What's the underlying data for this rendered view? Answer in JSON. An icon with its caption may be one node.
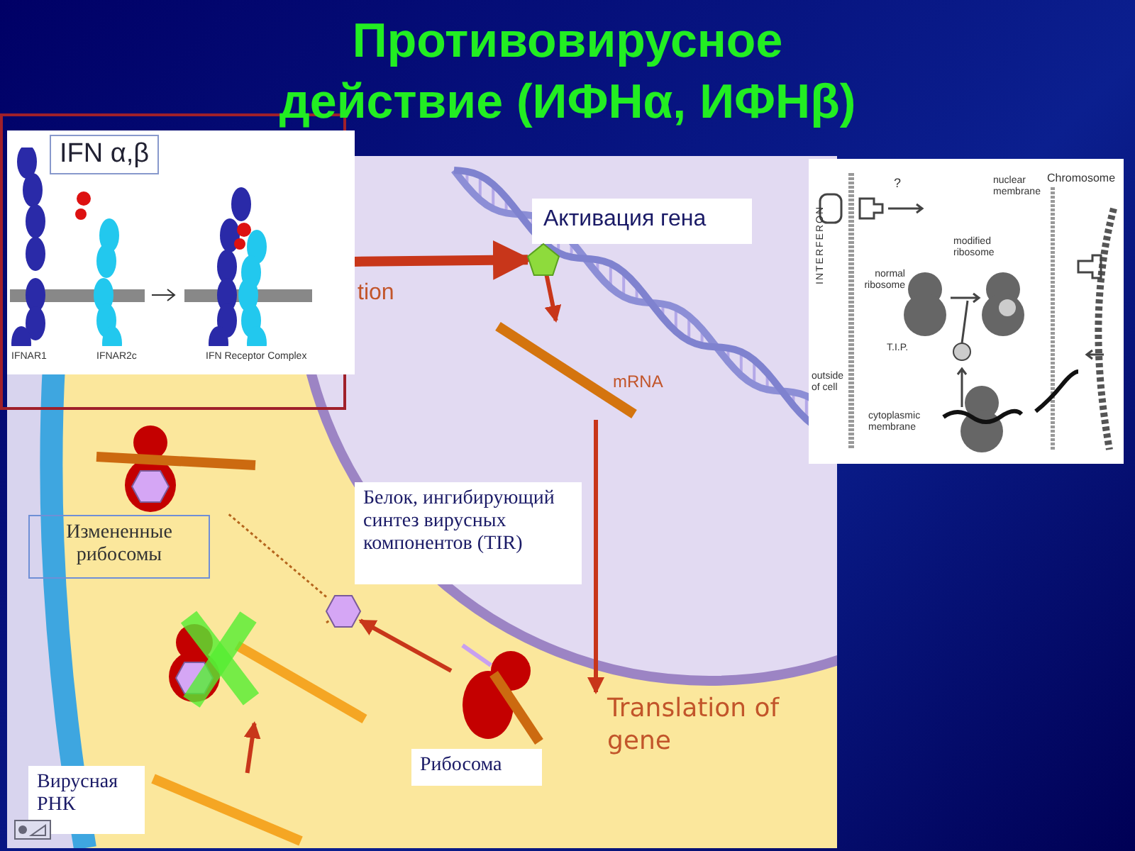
{
  "diagram": {
    "title": "Противовирусное действие (ИФНα, ИФНβ)",
    "nodes": [
      {
        "text": [
          "IFN α,β"
        ]
      },
      {
        "text": [
          "Активация гена"
        ]
      },
      {
        "text": [],
        "shape": "pentagon"
      },
      {
        "text": [],
        "shape": "bar",
        "beside": [
          "mRNA"
        ]
      },
      {
        "text": [
          "Translation of gene"
        ]
      },
      {
        "text": [],
        "shape": "picture"
      },
      {
        "text": [
          "Рибосома"
        ]
      },
      {
        "text": [],
        "shape": "hexagon"
      },
      {
        "text": [
          "Белок, ингибирующий синтез вирусных компонентов (TIR)"
        ]
      },
      {
        "text": [],
        "shape": "picture"
      },
      {
        "text": [],
        "shape": "picture"
      },
      {
        "text": [
          "Измененные рибосомы"
        ]
      },
      {
        "text": [],
        "shape": "bar"
      },
      {
        "text": [
          "Вирусная РНК"
        ]
      },
      {
        "text": [],
        "shape": "picture"
      }
    ],
    "edges": [
      {
        "from": 0,
        "to": 2,
        "arrow": "to",
        "style": "thick"
      },
      {
        "from": 2,
        "to": 3,
        "arrow": "to"
      },
      {
        "from": 3,
        "to": 4,
        "arrow": "to"
      },
      {
        "from": 5,
        "to": 7,
        "arrow": "to"
      },
      {
        "from": 7,
        "to": 9,
        "arrow": "none",
        "style": "dashed",
        "color": "#b5651d"
      },
      {
        "from": 7,
        "to": 10,
        "arrow": "none",
        "style": "dashed",
        "color": "#b5651d"
      },
      {
        "from": 12,
        "to": 10,
        "arrow": "to"
      }
    ],
    "labels": [
      "tion",
      "IFNAR1",
      "IFNAR2c",
      "IFN Receptor Complex",
      "?",
      "nuclear membrane",
      "Chromosome",
      "INTERFERON",
      "modified ribosome",
      "normal ribosome",
      "T.I.P.",
      "outside of cell",
      "cytoplasmic membrane"
    ]
  }
}
